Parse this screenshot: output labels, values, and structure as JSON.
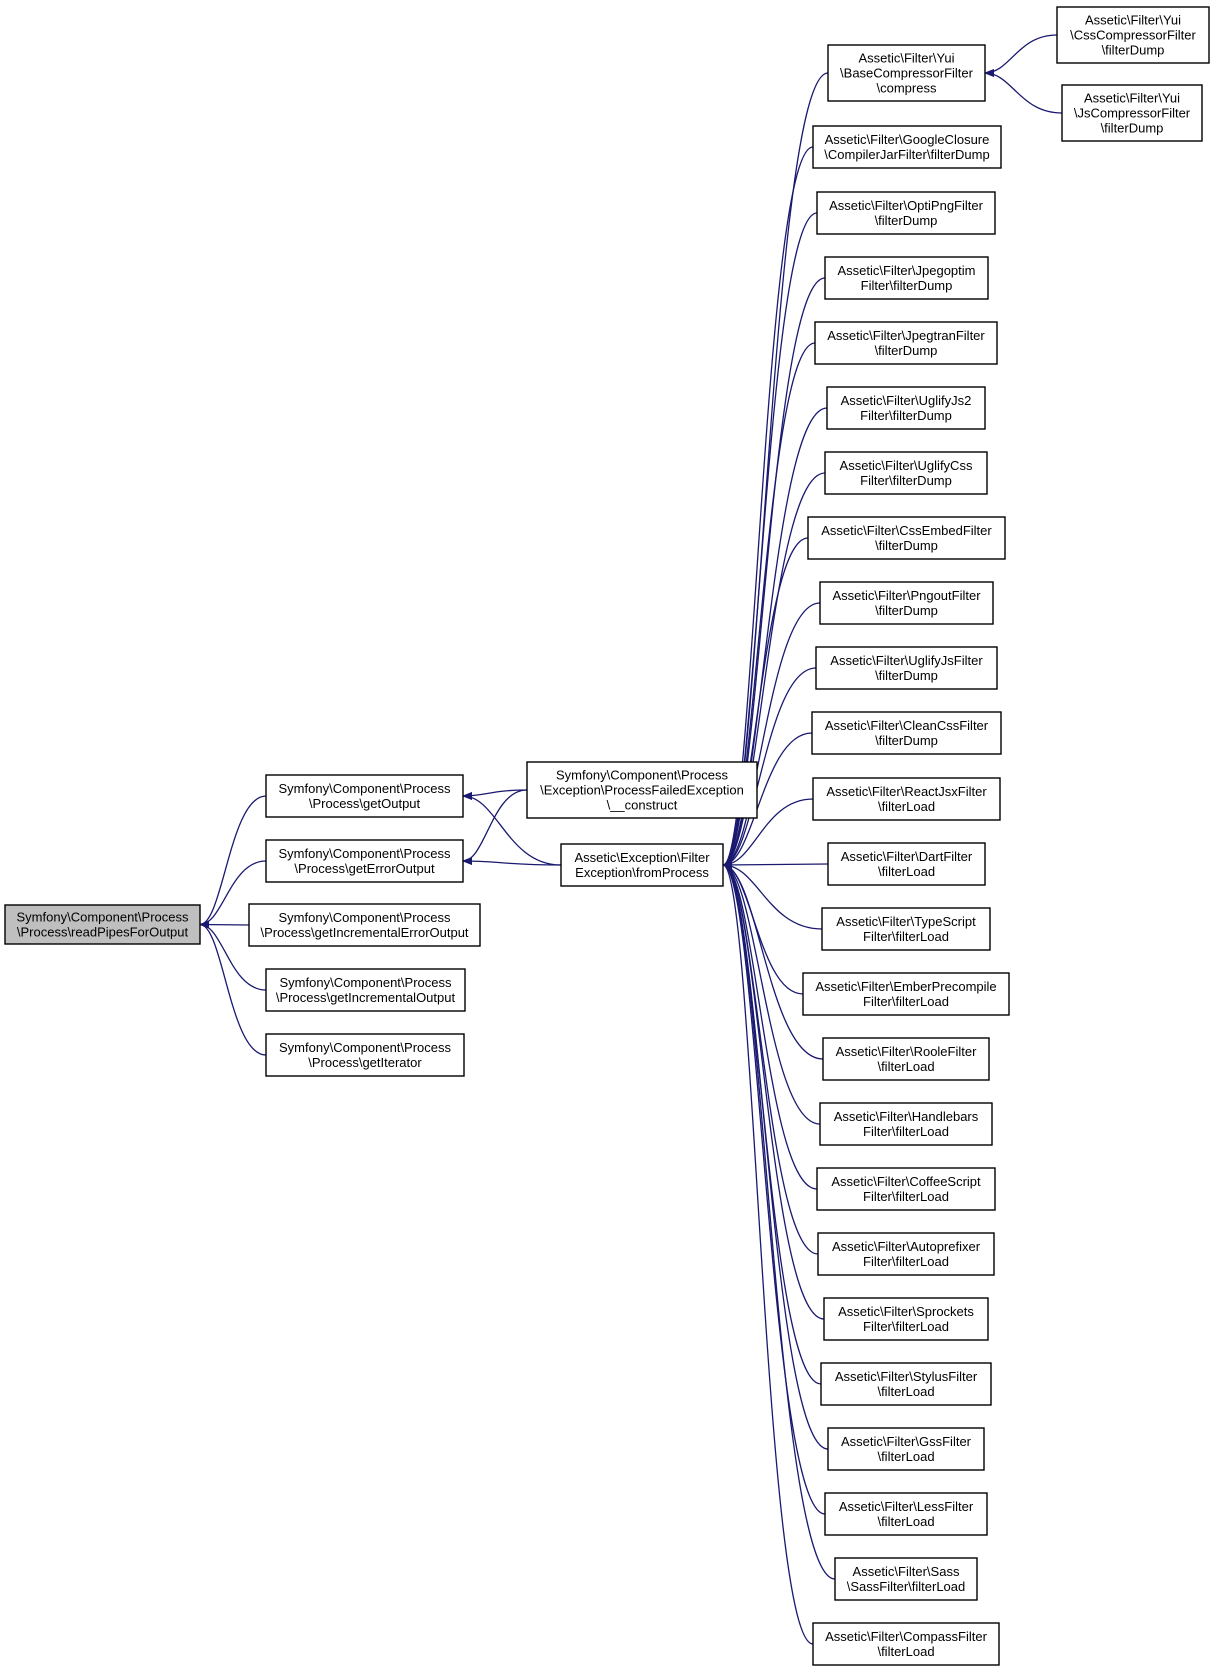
{
  "colors": {
    "edge": "#191970",
    "node_border": "#000000",
    "node_fill": "#ffffff",
    "root_fill": "#bfbfbf",
    "text": "#000000"
  },
  "nodes": [
    {
      "id": "root",
      "lines": [
        "Symfony\\Component\\Process",
        "\\Process\\readPipesForOutput"
      ],
      "highlighted": true
    },
    {
      "id": "getOutput",
      "lines": [
        "Symfony\\Component\\Process",
        "\\Process\\getOutput"
      ]
    },
    {
      "id": "getErrorOutput",
      "lines": [
        "Symfony\\Component\\Process",
        "\\Process\\getErrorOutput"
      ]
    },
    {
      "id": "getIncrementalErrorOutput",
      "lines": [
        "Symfony\\Component\\Process",
        "\\Process\\getIncrementalErrorOutput"
      ]
    },
    {
      "id": "getIncrementalOutput",
      "lines": [
        "Symfony\\Component\\Process",
        "\\Process\\getIncrementalOutput"
      ]
    },
    {
      "id": "getIterator",
      "lines": [
        "Symfony\\Component\\Process",
        "\\Process\\getIterator"
      ]
    },
    {
      "id": "processFailedException",
      "lines": [
        "Symfony\\Component\\Process",
        "\\Exception\\ProcessFailedException",
        "\\__construct"
      ]
    },
    {
      "id": "fromProcess",
      "lines": [
        "Assetic\\Exception\\Filter",
        "Exception\\fromProcess"
      ]
    },
    {
      "id": "yuiCompress",
      "lines": [
        "Assetic\\Filter\\Yui",
        "\\BaseCompressorFilter",
        "\\compress"
      ]
    },
    {
      "id": "yuiCss",
      "lines": [
        "Assetic\\Filter\\Yui",
        "\\CssCompressorFilter",
        "\\filterDump"
      ]
    },
    {
      "id": "yuiJs",
      "lines": [
        "Assetic\\Filter\\Yui",
        "\\JsCompressorFilter",
        "\\filterDump"
      ]
    },
    {
      "id": "googleClosure",
      "lines": [
        "Assetic\\Filter\\GoogleClosure",
        "\\CompilerJarFilter\\filterDump"
      ]
    },
    {
      "id": "optiPng",
      "lines": [
        "Assetic\\Filter\\OptiPngFilter",
        "\\filterDump"
      ]
    },
    {
      "id": "jpegoptim",
      "lines": [
        "Assetic\\Filter\\Jpegoptim",
        "Filter\\filterDump"
      ]
    },
    {
      "id": "jpegtran",
      "lines": [
        "Assetic\\Filter\\JpegtranFilter",
        "\\filterDump"
      ]
    },
    {
      "id": "uglifyJs2",
      "lines": [
        "Assetic\\Filter\\UglifyJs2",
        "Filter\\filterDump"
      ]
    },
    {
      "id": "uglifyCss",
      "lines": [
        "Assetic\\Filter\\UglifyCss",
        "Filter\\filterDump"
      ]
    },
    {
      "id": "cssEmbed",
      "lines": [
        "Assetic\\Filter\\CssEmbedFilter",
        "\\filterDump"
      ]
    },
    {
      "id": "pngout",
      "lines": [
        "Assetic\\Filter\\PngoutFilter",
        "\\filterDump"
      ]
    },
    {
      "id": "uglifyJs",
      "lines": [
        "Assetic\\Filter\\UglifyJsFilter",
        "\\filterDump"
      ]
    },
    {
      "id": "cleanCss",
      "lines": [
        "Assetic\\Filter\\CleanCssFilter",
        "\\filterDump"
      ]
    },
    {
      "id": "reactJsx",
      "lines": [
        "Assetic\\Filter\\ReactJsxFilter",
        "\\filterLoad"
      ]
    },
    {
      "id": "dart",
      "lines": [
        "Assetic\\Filter\\DartFilter",
        "\\filterLoad"
      ]
    },
    {
      "id": "typeScript",
      "lines": [
        "Assetic\\Filter\\TypeScript",
        "Filter\\filterLoad"
      ]
    },
    {
      "id": "emberPrecompile",
      "lines": [
        "Assetic\\Filter\\EmberPrecompile",
        "Filter\\filterLoad"
      ]
    },
    {
      "id": "roole",
      "lines": [
        "Assetic\\Filter\\RooleFilter",
        "\\filterLoad"
      ]
    },
    {
      "id": "handlebars",
      "lines": [
        "Assetic\\Filter\\Handlebars",
        "Filter\\filterLoad"
      ]
    },
    {
      "id": "coffeeScript",
      "lines": [
        "Assetic\\Filter\\CoffeeScript",
        "Filter\\filterLoad"
      ]
    },
    {
      "id": "autoprefixer",
      "lines": [
        "Assetic\\Filter\\Autoprefixer",
        "Filter\\filterLoad"
      ]
    },
    {
      "id": "sprockets",
      "lines": [
        "Assetic\\Filter\\Sprockets",
        "Filter\\filterLoad"
      ]
    },
    {
      "id": "stylus",
      "lines": [
        "Assetic\\Filter\\StylusFilter",
        "\\filterLoad"
      ]
    },
    {
      "id": "gss",
      "lines": [
        "Assetic\\Filter\\GssFilter",
        "\\filterLoad"
      ]
    },
    {
      "id": "less",
      "lines": [
        "Assetic\\Filter\\LessFilter",
        "\\filterLoad"
      ]
    },
    {
      "id": "sass",
      "lines": [
        "Assetic\\Filter\\Sass",
        "\\SassFilter\\filterLoad"
      ]
    },
    {
      "id": "compass",
      "lines": [
        "Assetic\\Filter\\CompassFilter",
        "\\filterLoad"
      ]
    }
  ],
  "edges": [
    {
      "from": "getOutput",
      "to": "root"
    },
    {
      "from": "getErrorOutput",
      "to": "root"
    },
    {
      "from": "getIncrementalErrorOutput",
      "to": "root"
    },
    {
      "from": "getIncrementalOutput",
      "to": "root"
    },
    {
      "from": "getIterator",
      "to": "root"
    },
    {
      "from": "processFailedException",
      "to": "getOutput"
    },
    {
      "from": "fromProcess",
      "to": "getOutput"
    },
    {
      "from": "processFailedException",
      "to": "getErrorOutput"
    },
    {
      "from": "fromProcess",
      "to": "getErrorOutput"
    },
    {
      "from": "yuiCompress",
      "to": "fromProcess"
    },
    {
      "from": "yuiCss",
      "to": "yuiCompress"
    },
    {
      "from": "yuiJs",
      "to": "yuiCompress"
    },
    {
      "from": "googleClosure",
      "to": "fromProcess"
    },
    {
      "from": "optiPng",
      "to": "fromProcess"
    },
    {
      "from": "jpegoptim",
      "to": "fromProcess"
    },
    {
      "from": "jpegtran",
      "to": "fromProcess"
    },
    {
      "from": "uglifyJs2",
      "to": "fromProcess"
    },
    {
      "from": "uglifyCss",
      "to": "fromProcess"
    },
    {
      "from": "cssEmbed",
      "to": "fromProcess"
    },
    {
      "from": "pngout",
      "to": "fromProcess"
    },
    {
      "from": "uglifyJs",
      "to": "fromProcess"
    },
    {
      "from": "cleanCss",
      "to": "fromProcess"
    },
    {
      "from": "reactJsx",
      "to": "fromProcess"
    },
    {
      "from": "dart",
      "to": "fromProcess"
    },
    {
      "from": "typeScript",
      "to": "fromProcess"
    },
    {
      "from": "emberPrecompile",
      "to": "fromProcess"
    },
    {
      "from": "roole",
      "to": "fromProcess"
    },
    {
      "from": "handlebars",
      "to": "fromProcess"
    },
    {
      "from": "coffeeScript",
      "to": "fromProcess"
    },
    {
      "from": "autoprefixer",
      "to": "fromProcess"
    },
    {
      "from": "sprockets",
      "to": "fromProcess"
    },
    {
      "from": "stylus",
      "to": "fromProcess"
    },
    {
      "from": "gss",
      "to": "fromProcess"
    },
    {
      "from": "less",
      "to": "fromProcess"
    },
    {
      "from": "sass",
      "to": "fromProcess"
    },
    {
      "from": "compass",
      "to": "fromProcess"
    }
  ]
}
